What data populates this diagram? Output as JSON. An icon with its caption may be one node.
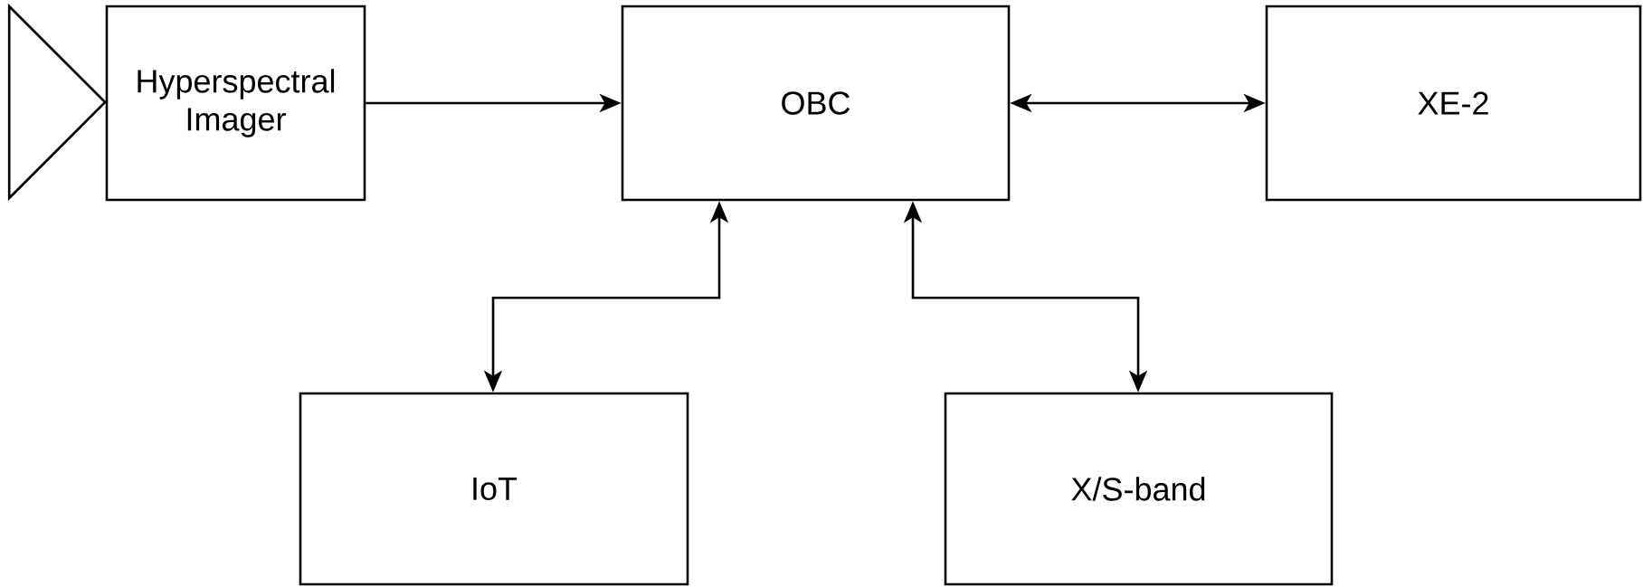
{
  "diagram": {
    "nodes": [
      {
        "text": [],
        "shape": "triangle"
      },
      {
        "text": [
          "Hyperspectral Imager"
        ]
      },
      {
        "text": [
          "OBC"
        ]
      },
      {
        "text": [
          "XE-2"
        ]
      },
      {
        "text": [
          "IoT"
        ]
      },
      {
        "text": [
          "X/S-band"
        ]
      }
    ],
    "edges": [
      {
        "from": 1,
        "to": 2,
        "arrow": "to"
      },
      {
        "from": 2,
        "to": 3,
        "arrow": "both"
      },
      {
        "from": 2,
        "to": 4,
        "arrow": "both"
      },
      {
        "from": 2,
        "to": 5,
        "arrow": "both"
      }
    ]
  }
}
